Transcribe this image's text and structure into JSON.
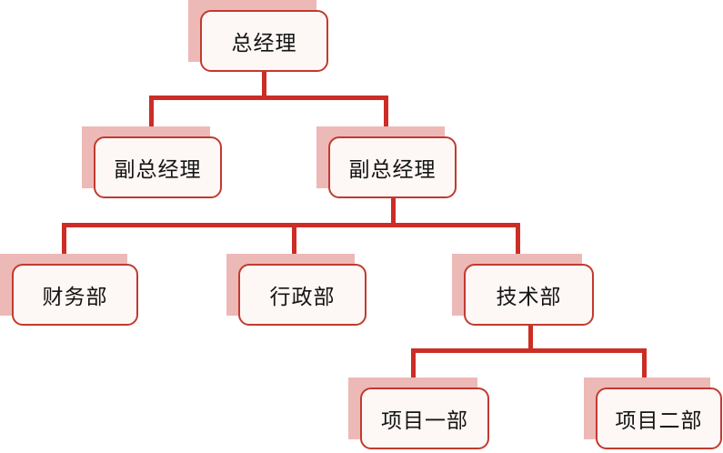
{
  "diagram": {
    "type": "org-chart",
    "title": "organization-chart",
    "nodes": [
      {
        "id": "general-manager",
        "label": "总经理",
        "level": 1,
        "parent": null
      },
      {
        "id": "deputy-gm-left",
        "label": "副总经理",
        "level": 2,
        "parent": "general-manager"
      },
      {
        "id": "deputy-gm-right",
        "label": "副总经理",
        "level": 2,
        "parent": "general-manager"
      },
      {
        "id": "finance-dept",
        "label": "财务部",
        "level": 3,
        "parent": "deputy-gm-right"
      },
      {
        "id": "admin-dept",
        "label": "行政部",
        "level": 3,
        "parent": "deputy-gm-right"
      },
      {
        "id": "tech-dept",
        "label": "技术部",
        "level": 3,
        "parent": "deputy-gm-right"
      },
      {
        "id": "project-dept-1",
        "label": "项目一部",
        "level": 4,
        "parent": "tech-dept"
      },
      {
        "id": "project-dept-2",
        "label": "项目二部",
        "level": 4,
        "parent": "tech-dept"
      }
    ],
    "colors": {
      "connector": "#CC2D26",
      "node_border": "#C13A30",
      "node_fill": "#FDF7F5",
      "node_shadow": "#EDB9B7",
      "text": "#141414",
      "background": "#FFFFFF"
    }
  }
}
